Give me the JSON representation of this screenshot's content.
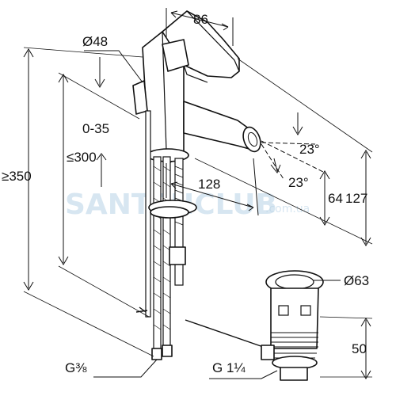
{
  "watermark": {
    "brand": "SANTEHCLUB",
    "domain": ".com.ua"
  },
  "dimensions": {
    "top_width": "86",
    "handle_diameter": "Ø48",
    "adjust_range": "0-35",
    "max_height_300": "≤300",
    "min_height_350": "≥350",
    "spout_reach": "128",
    "angle_top": "23°",
    "angle_bottom": "23°",
    "spout_height": "64",
    "total_spout_height": "127",
    "drain_diameter": "Ø63",
    "drain_height": "50",
    "hose_thread": "G⅜",
    "drain_thread": "G 1¼"
  }
}
